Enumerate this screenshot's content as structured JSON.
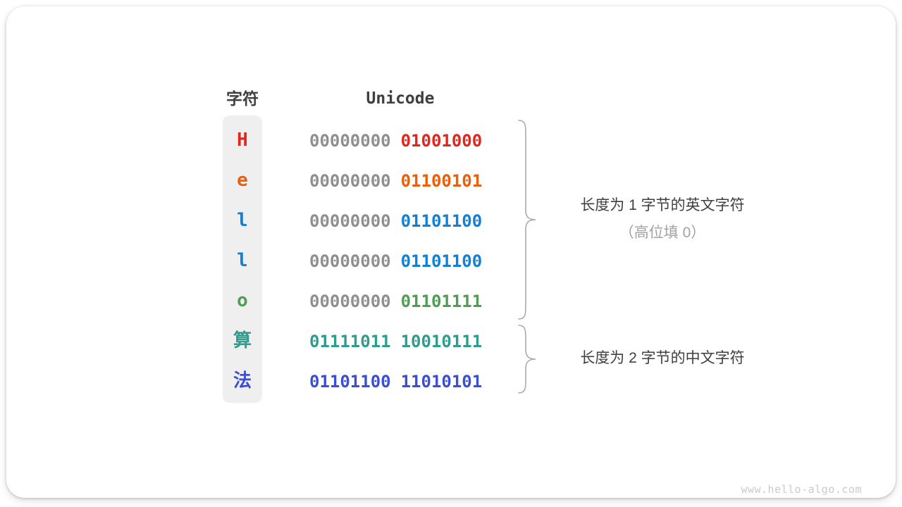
{
  "header": {
    "char_col": "字符",
    "unicode_col": "Unicode"
  },
  "colors": {
    "muted_byte": "#8f8f8f",
    "text_dark": "#3f3f3f",
    "text_gray": "#a2a2a2",
    "brace": "#aaaaaa",
    "char_col_bg": "#efefef",
    "watermark": "#cbcbcb"
  },
  "rows": [
    {
      "char": "H",
      "byte1": "00000000",
      "byte2": "01001000",
      "color": "#e3261c",
      "byte1_colored": false
    },
    {
      "char": "e",
      "byte1": "00000000",
      "byte2": "01100101",
      "color": "#eb5e0b",
      "byte1_colored": false
    },
    {
      "char": "l",
      "byte1": "00000000",
      "byte2": "01101100",
      "color": "#1180d6",
      "byte1_colored": false
    },
    {
      "char": "l",
      "byte1": "00000000",
      "byte2": "01101100",
      "color": "#1180d6",
      "byte1_colored": false
    },
    {
      "char": "o",
      "byte1": "00000000",
      "byte2": "01101111",
      "color": "#4f9e53",
      "byte1_colored": false
    },
    {
      "char": "算",
      "byte1": "01111011",
      "byte2": "10010111",
      "color": "#2f9c8e",
      "byte1_colored": true
    },
    {
      "char": "法",
      "byte1": "01101100",
      "byte2": "11010101",
      "color": "#3a4fd6",
      "byte1_colored": true
    }
  ],
  "annotations": {
    "group1_line1": "长度为 1 字节的英文字符",
    "group1_line2": "（高位填 0）",
    "group2_line1": "长度为 2 字节的中文字符"
  },
  "watermark": "www.hello-algo.com"
}
